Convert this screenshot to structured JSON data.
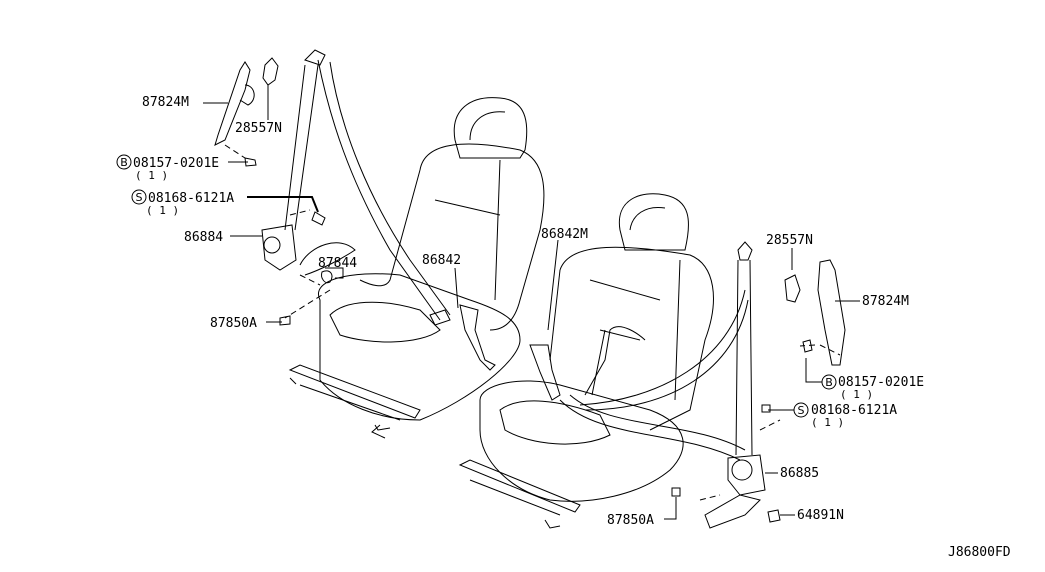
{
  "diagram_code": "J86800FD",
  "left_seat_parts": [
    {
      "part": "87824M"
    },
    {
      "part": "28557N"
    },
    {
      "prefix": "B",
      "part": "08157-0201E",
      "qty": "( 1 )"
    },
    {
      "prefix": "S",
      "part": "08168-6121A",
      "qty": "( 1 )"
    },
    {
      "part": "86884"
    },
    {
      "part": "87844"
    },
    {
      "part": "86842"
    },
    {
      "part": "87850A"
    }
  ],
  "right_seat_parts": [
    {
      "part": "86842M"
    },
    {
      "part": "28557N"
    },
    {
      "part": "87824M"
    },
    {
      "prefix": "B",
      "part": "08157-0201E",
      "qty": "( 1 )"
    },
    {
      "prefix": "S",
      "part": "08168-6121A",
      "qty": "( 1 )"
    },
    {
      "part": "86885"
    },
    {
      "part": "87850A"
    },
    {
      "part": "64891N"
    }
  ]
}
